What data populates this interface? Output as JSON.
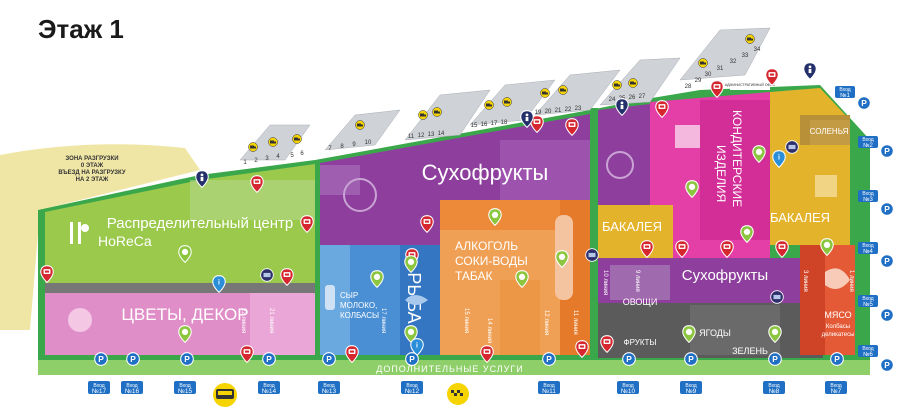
{
  "title": "Этаж 1",
  "unloading_zone": [
    "ЗОНА РАЗГРУЗКИ",
    "0 ЭТАЖ",
    "ВЪЕЗД НА РАЗГРУЗКУ",
    "НА 2 ЭТАЖ"
  ],
  "zones": {
    "horeca": [
      "Распределительный центр",
      "HoReCa"
    ],
    "flowers": "ЦВЕТЫ, ДЕКОР",
    "dried_fruits_main": "Сухофрукты",
    "alcohol": [
      "АЛКОГОЛЬ",
      "СОКИ-ВОДЫ",
      "ТАБАК"
    ],
    "fish": "РЫБА",
    "dairy": [
      "СЫР",
      "МОЛОКО,",
      "КОЛБАСЫ"
    ],
    "confectionery": [
      "КОНДИТЕРСКИЕ",
      "ИЗДЕЛИЯ"
    ],
    "grocery_left": "БАКАЛЕЯ",
    "grocery_right": "БАКАЛЕЯ",
    "salting": "СОЛЕНЬЯ",
    "dried_fruits_right": "Сухофрукты",
    "vegetables": "ОВОЩИ",
    "fruits": "ФРУКТЫ",
    "berries": "ЯГОДЫ",
    "greens": "ЗЕЛЕНЬ",
    "meat": [
      "МЯСО",
      "Колбасы",
      "деликатесы"
    ],
    "extra_services": "ДОПОЛНИТЕЛЬНЫЕ УСЛУГИ",
    "admin": "АДМИНИСТРАТИВНЫЙ ОФИС"
  },
  "lines": [
    "22 линия",
    "21 линия",
    "17 линия",
    "15 линия",
    "14 линия",
    "12 линия",
    "11 линия",
    "10 линия",
    "9 линия",
    "3 линия",
    "1 линия"
  ],
  "entrance_word": "Вход",
  "entrances_bottom": [
    "№17",
    "№16",
    "№15",
    "№14",
    "№13",
    "№12",
    "№11",
    "№10",
    "№9",
    "№8",
    "№7"
  ],
  "entrances_right": [
    "№1",
    "№2",
    "№3",
    "№4",
    "№5",
    "№6"
  ],
  "gate_numbers": [
    "1",
    "2",
    "3",
    "4",
    "5",
    "6",
    "7",
    "8",
    "9",
    "10",
    "11",
    "12",
    "13",
    "14",
    "15",
    "16",
    "17",
    "18",
    "19",
    "20",
    "21",
    "22",
    "23",
    "24",
    "25",
    "26",
    "27",
    "28",
    "29",
    "30",
    "31",
    "32",
    "33",
    "34"
  ],
  "colors": {
    "unloading": "#efe6a6",
    "horeca": "#9ac94c",
    "flowers": "#e08ec8",
    "dried": "#8e3f9e",
    "alcohol": "#ec8a3a",
    "dairy": "#4a8fd3",
    "confectionery": "#e43fa7",
    "grocery": "#e3b32b",
    "meat": "#e45a36",
    "vegetables": "#5b5b5b",
    "border": "#3aa84a",
    "parking": "#1f6fc4"
  },
  "icons": [
    "wc-icon",
    "info-icon",
    "parking-icon",
    "bus-icon",
    "taxi-icon",
    "atm-icon",
    "loading-truck-icon",
    "map-pin-icon"
  ]
}
